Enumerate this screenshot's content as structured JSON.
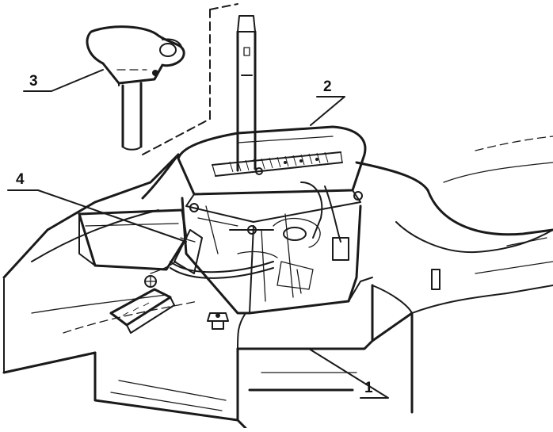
{
  "diagram": {
    "callouts": [
      {
        "id": "callout-1",
        "label": "1"
      },
      {
        "id": "callout-2",
        "label": "2"
      },
      {
        "id": "callout-3",
        "label": "3"
      },
      {
        "id": "callout-4",
        "label": "4"
      }
    ]
  },
  "colors": {
    "ink": "#1a1a1a",
    "paper": "#ffffff"
  }
}
